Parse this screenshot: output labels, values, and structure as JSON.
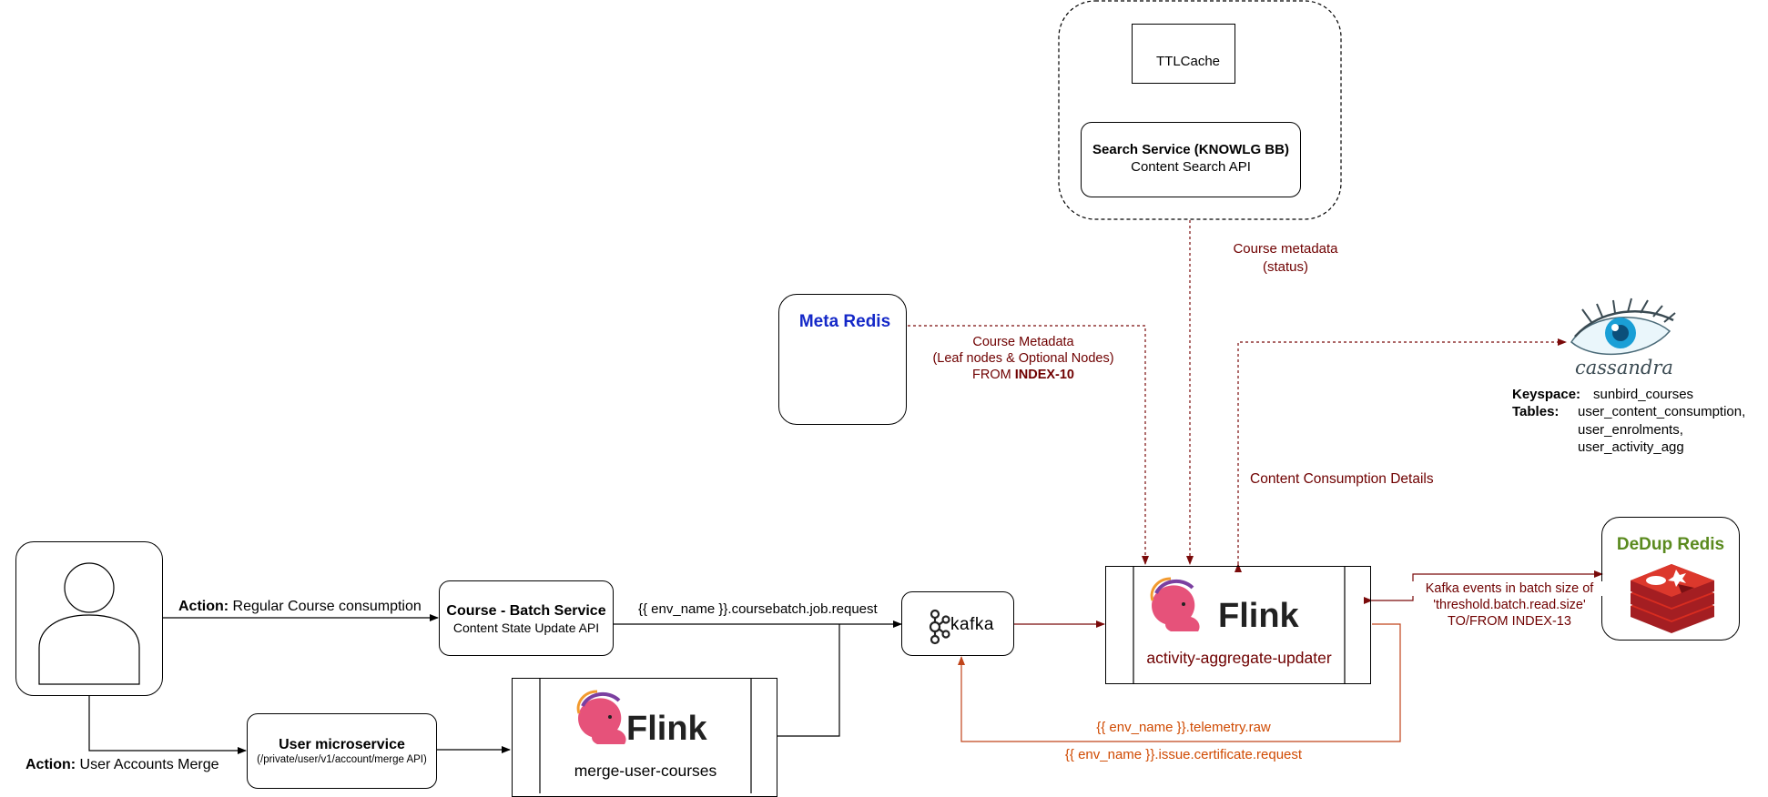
{
  "diagram": {
    "ttl_cache": {
      "label": "TTLCache"
    },
    "search_service": {
      "title": "Search Service (KNOWLG BB)",
      "subtitle": "Content Search API"
    },
    "course_metadata_status": {
      "line1": "Course metadata",
      "line2": "(status)"
    },
    "meta_redis": {
      "title": "Meta Redis",
      "title_color": "#1428c8"
    },
    "course_metadata_label": {
      "line1": "Course Metadata",
      "line2": "(Leaf nodes & Optional Nodes)",
      "line3_prefix": "FROM ",
      "line3_bold": "INDEX-10"
    },
    "cassandra": {
      "logo_text": "cassandra",
      "keyspace_label": "Keyspace:",
      "keyspace_value": "sunbird_courses",
      "tables_label": "Tables:",
      "tables": [
        "user_content_consumption,",
        "user_enrolments,",
        "user_activity_agg"
      ]
    },
    "content_consumption_label": "Content Consumption Details",
    "user_actor": {
      "icon": "user-icon"
    },
    "action_regular": {
      "bold": "Action:",
      "text": " Regular Course consumption"
    },
    "action_merge": {
      "bold": "Action:",
      "text": " User Accounts Merge"
    },
    "course_batch_service": {
      "title": "Course - Batch Service",
      "subtitle": "Content State Update API"
    },
    "coursebatch_topic": "{{ env_name }}.coursebatch.job.request",
    "kafka": {
      "label": "kafka"
    },
    "activity_aggregate_updater": {
      "logo": "Flink",
      "label": "activity-aggregate-updater"
    },
    "dedup_redis": {
      "title": "DeDup Redis",
      "title_color": "#5a8a1e"
    },
    "kafka_events_label": {
      "line1": "Kafka events in batch size of",
      "line2": "'threshold.batch.read.size'",
      "line3": "TO/FROM INDEX-13"
    },
    "user_microservice": {
      "title": "User microservice",
      "subtitle": "(/private/user/v1/account/merge API)"
    },
    "merge_user_courses": {
      "logo": "Flink",
      "label": "merge-user-courses"
    },
    "telemetry_topic": "{{ env_name }}.telemetry.raw",
    "certificate_topic": "{{ env_name }}.issue.certificate.request",
    "colors": {
      "dark_red": "#6f0000",
      "orange": "#d04a02",
      "redis_red": "#c62828",
      "flink_pink": "#e6527a"
    }
  }
}
